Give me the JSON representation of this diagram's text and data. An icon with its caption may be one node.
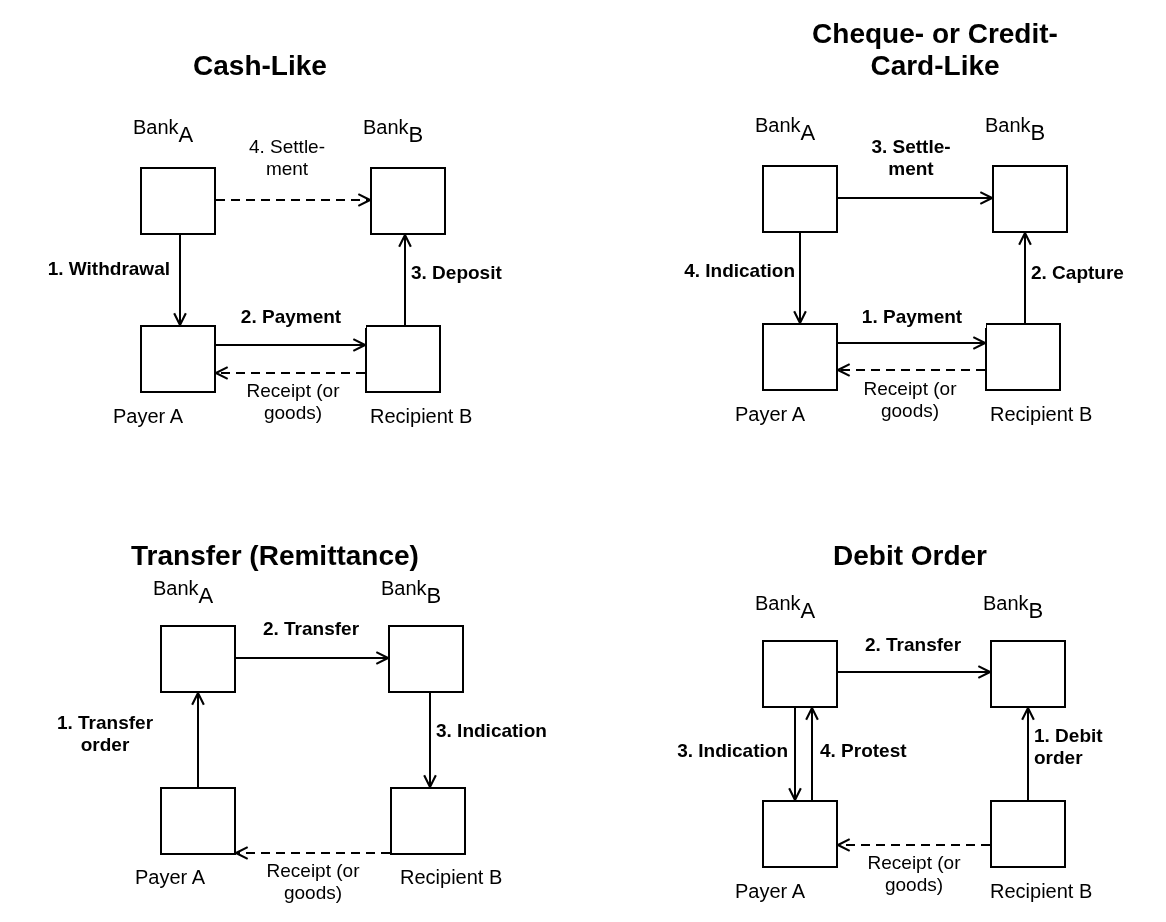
{
  "diagram": {
    "nodes": [
      {
        "text": [],
        "shape": "box",
        "beside": [
          "Bank$_{A}$"
        ]
      },
      {
        "text": [],
        "shape": "box",
        "beside": [
          "Bank$_{B}$"
        ]
      },
      {
        "text": [],
        "shape": "box",
        "beside": [
          "Payer A"
        ]
      },
      {
        "text": [],
        "shape": "box",
        "beside": [
          "Recipient B"
        ]
      },
      {
        "text": [],
        "shape": "box",
        "beside": [
          "Bank$_{A}$"
        ]
      },
      {
        "text": [],
        "shape": "box",
        "beside": [
          "Bank$_{B}$"
        ]
      },
      {
        "text": [],
        "shape": "box",
        "beside": [
          "Payer A"
        ]
      },
      {
        "text": [],
        "shape": "box",
        "beside": [
          "Recipient B"
        ]
      },
      {
        "text": [],
        "shape": "box",
        "beside": [
          "Bank$_{A}$"
        ]
      },
      {
        "text": [],
        "shape": "box",
        "beside": [
          "Bank$_{B}$"
        ]
      },
      {
        "text": [],
        "shape": "box",
        "beside": [
          "Payer A"
        ]
      },
      {
        "text": [],
        "shape": "box",
        "beside": [
          "Recipient B"
        ]
      },
      {
        "text": [],
        "shape": "box",
        "beside": [
          "Bank$_{A}$"
        ]
      },
      {
        "text": [],
        "shape": "box",
        "beside": [
          "Bank$_{B}$"
        ]
      },
      {
        "text": [],
        "shape": "box",
        "beside": [
          "Payer A"
        ]
      },
      {
        "text": [],
        "shape": "box",
        "beside": [
          "Recipient B"
        ]
      }
    ],
    "edges": [
      {
        "from": 0,
        "to": 1,
        "arrow": "to",
        "label": "4. Settle-ment",
        "style": "dashed"
      },
      {
        "from": 0,
        "to": 2,
        "arrow": "to",
        "label": "1. Withdrawal"
      },
      {
        "from": 2,
        "to": 3,
        "arrow": "to",
        "label": "2. Payment"
      },
      {
        "from": 3,
        "to": 1,
        "arrow": "to",
        "label": "3. Deposit"
      },
      {
        "from": 3,
        "to": 2,
        "arrow": "to",
        "label": "Receipt (or goods)",
        "style": "dashed"
      },
      {
        "from": 4,
        "to": 5,
        "arrow": "to",
        "label": "3. Settle-ment"
      },
      {
        "from": 4,
        "to": 6,
        "arrow": "to",
        "label": "4. Indication"
      },
      {
        "from": 6,
        "to": 7,
        "arrow": "to",
        "label": "1. Payment"
      },
      {
        "from": 7,
        "to": 5,
        "arrow": "to",
        "label": "2. Capture"
      },
      {
        "from": 7,
        "to": 6,
        "arrow": "to",
        "label": "Receipt (or goods)",
        "style": "dashed"
      },
      {
        "from": 10,
        "to": 8,
        "arrow": "to",
        "label": "1. Transfer order"
      },
      {
        "from": 8,
        "to": 9,
        "arrow": "to",
        "label": "2. Transfer"
      },
      {
        "from": 9,
        "to": 11,
        "arrow": "to",
        "label": "3. Indication"
      },
      {
        "from": 11,
        "to": 10,
        "arrow": "to",
        "label": "Receipt (or goods)",
        "style": "dashed"
      },
      {
        "from": 12,
        "to": 13,
        "arrow": "to",
        "label": "2. Transfer"
      },
      {
        "from": 12,
        "to": 14,
        "arrow": "to",
        "label": "3. Indication"
      },
      {
        "from": 14,
        "to": 12,
        "arrow": "to",
        "label": "4. Protest"
      },
      {
        "from": 15,
        "to": 13,
        "arrow": "to",
        "label": "1. Debit order"
      },
      {
        "from": 15,
        "to": 14,
        "arrow": "to",
        "label": "Receipt (or goods)",
        "style": "dashed"
      }
    ],
    "labels": [
      "Cash-Like",
      "Cheque- or Credit-Card-Like",
      "Transfer (Remittance)",
      "Debit Order"
    ]
  }
}
